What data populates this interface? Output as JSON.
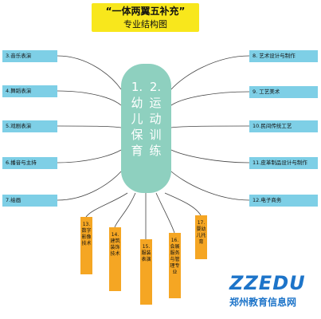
{
  "title": {
    "line1": "“一体两翼五补充”",
    "line2": "专业结构图"
  },
  "center": {
    "col1": "1.幼儿保育",
    "col2": "2.运动训练"
  },
  "majors_left": [
    "3.音乐表演",
    "4.舞蹈表演",
    "5.戏剧表演",
    "6.播音与主持",
    "7.绘画"
  ],
  "majors_right": [
    "8. 艺术设计与制作",
    "9. 工艺美术",
    "10.民间传统工艺",
    "11.皮革制品设计与制作",
    "12.电子商务"
  ],
  "majors_bottom": [
    "13.数字影像技术",
    "14.建筑装饰技术",
    "15.服装表演",
    "16.会展服务与管理专业",
    "17.婴幼儿托育"
  ],
  "logo": {
    "top": "ZZEDU",
    "bottom": "郑州教育信息网"
  },
  "colors": {
    "major_box": "#7ecfe6",
    "center": "#8ed0bf",
    "title_box": "#f8e71c",
    "bottom_box": "#f5a623",
    "connector": "#444444"
  }
}
